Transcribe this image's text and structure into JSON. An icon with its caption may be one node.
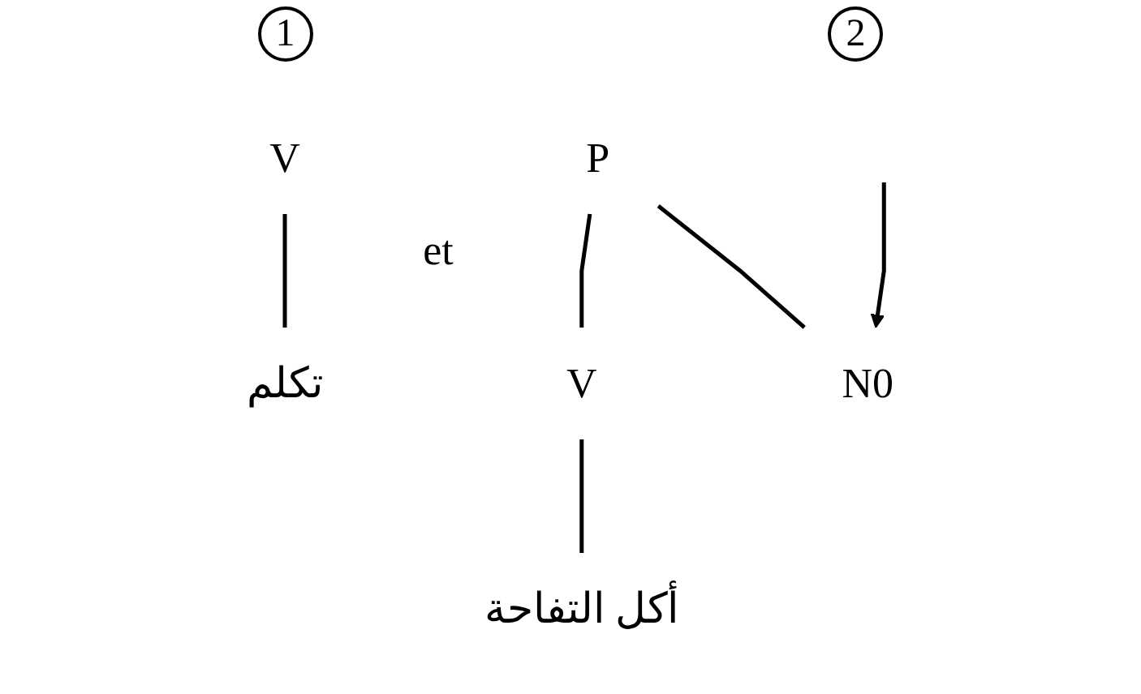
{
  "diagram": {
    "nodes": [
      {
        "text": [
          "V"
        ]
      },
      {
        "text": [
          "تكلم"
        ]
      },
      {
        "text": [
          "P"
        ]
      },
      {
        "text": [
          "V"
        ]
      },
      {
        "text": [
          "N0"
        ]
      },
      {
        "text": [
          "أكل التفاحة"
        ]
      }
    ],
    "edges": [
      {
        "from": 0,
        "to": 1,
        "arrow": "none"
      },
      {
        "from": 2,
        "to": 3,
        "arrow": "none"
      },
      {
        "from": 2,
        "to": 4,
        "arrow": "none"
      },
      {
        "from": 3,
        "to": 5,
        "arrow": "none"
      },
      {
        "from": null,
        "to": 4,
        "arrow": "to"
      }
    ],
    "labels": [
      "1",
      "2",
      "et"
    ]
  }
}
